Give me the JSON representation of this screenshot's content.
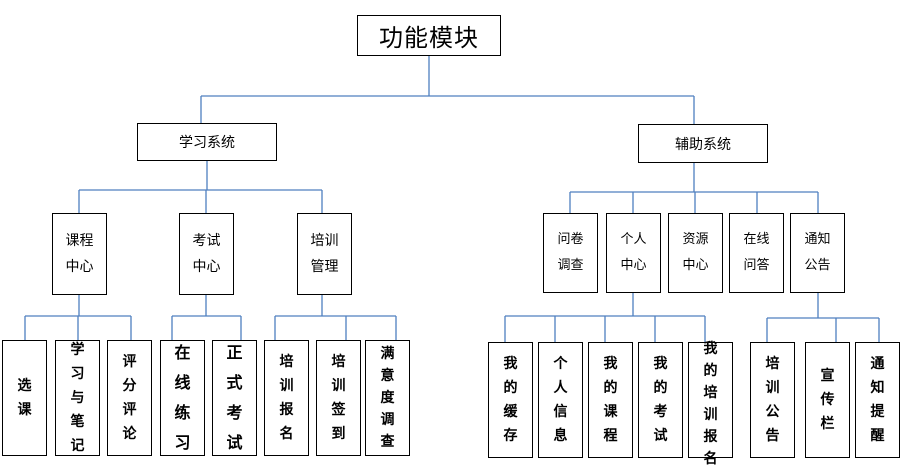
{
  "root": "功能模块",
  "learning": {
    "title": "学习系统",
    "course_center": {
      "label": "课程\n中心",
      "children": [
        "选\n课",
        "学\n习\n与\n笔\n记",
        "评\n分\n评\n论"
      ]
    },
    "exam_center": {
      "label": "考试\n中心",
      "children": [
        "在\n线\n练\n习",
        "正\n式\n考\n试"
      ]
    },
    "training": {
      "label": "培训\n管理",
      "children": [
        "培\n训\n报\n名",
        "培\n训\n签\n到",
        "满\n意\n度\n调\n查"
      ]
    }
  },
  "aux": {
    "title": "辅助系统",
    "survey": {
      "label": "问卷\n调查"
    },
    "personal": {
      "label": "个人\n中心",
      "children": [
        "我\n的\n缓\n存",
        "个\n人\n信\n息",
        "我\n的\n课\n程",
        "我\n的\n考\n试",
        "我\n的\n培\n训\n报\n名"
      ]
    },
    "resource": {
      "label": "资源\n中心"
    },
    "qa": {
      "label": "在线\n问答"
    },
    "notice": {
      "label": "通知\n公告",
      "children": [
        "培\n训\n公\n告",
        "宣\n传\n栏",
        "通\n知\n提\n醒"
      ]
    }
  },
  "colors": {
    "line": "#4f7fbf",
    "border": "#000000"
  }
}
